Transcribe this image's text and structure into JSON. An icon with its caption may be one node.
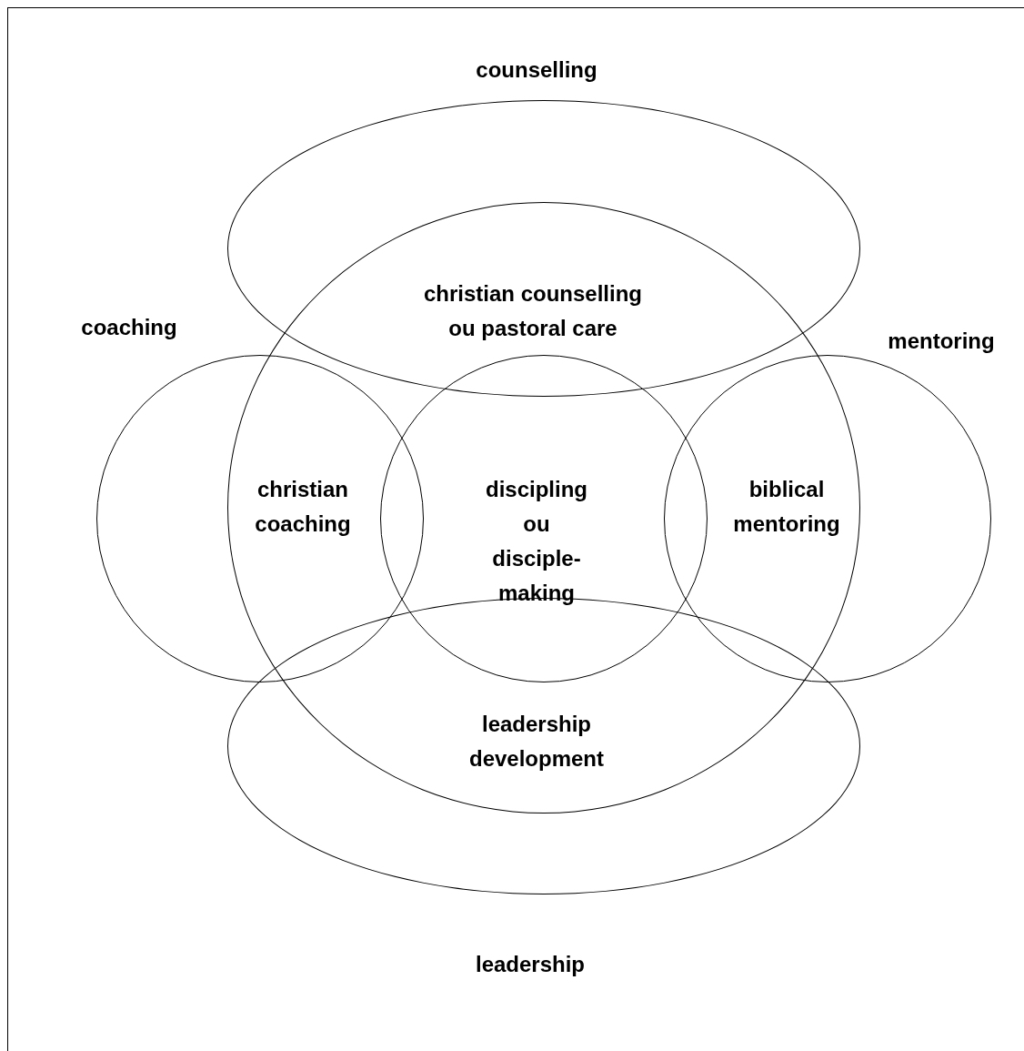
{
  "diagram": {
    "nodes": [
      {
        "text": [
          "counselling"
        ]
      },
      {
        "text": [
          "coaching"
        ]
      },
      {
        "text": [],
        "shape": "circle"
      },
      {
        "text": [
          "discipling ou disciple-making"
        ],
        "in": 2
      },
      {
        "text": [
          "mentoring"
        ]
      },
      {
        "text": [
          "leadership"
        ]
      }
    ],
    "labels": [
      "christian counselling ou pastoral care",
      "christian coaching",
      "biblical mentoring",
      "leadership development"
    ]
  }
}
